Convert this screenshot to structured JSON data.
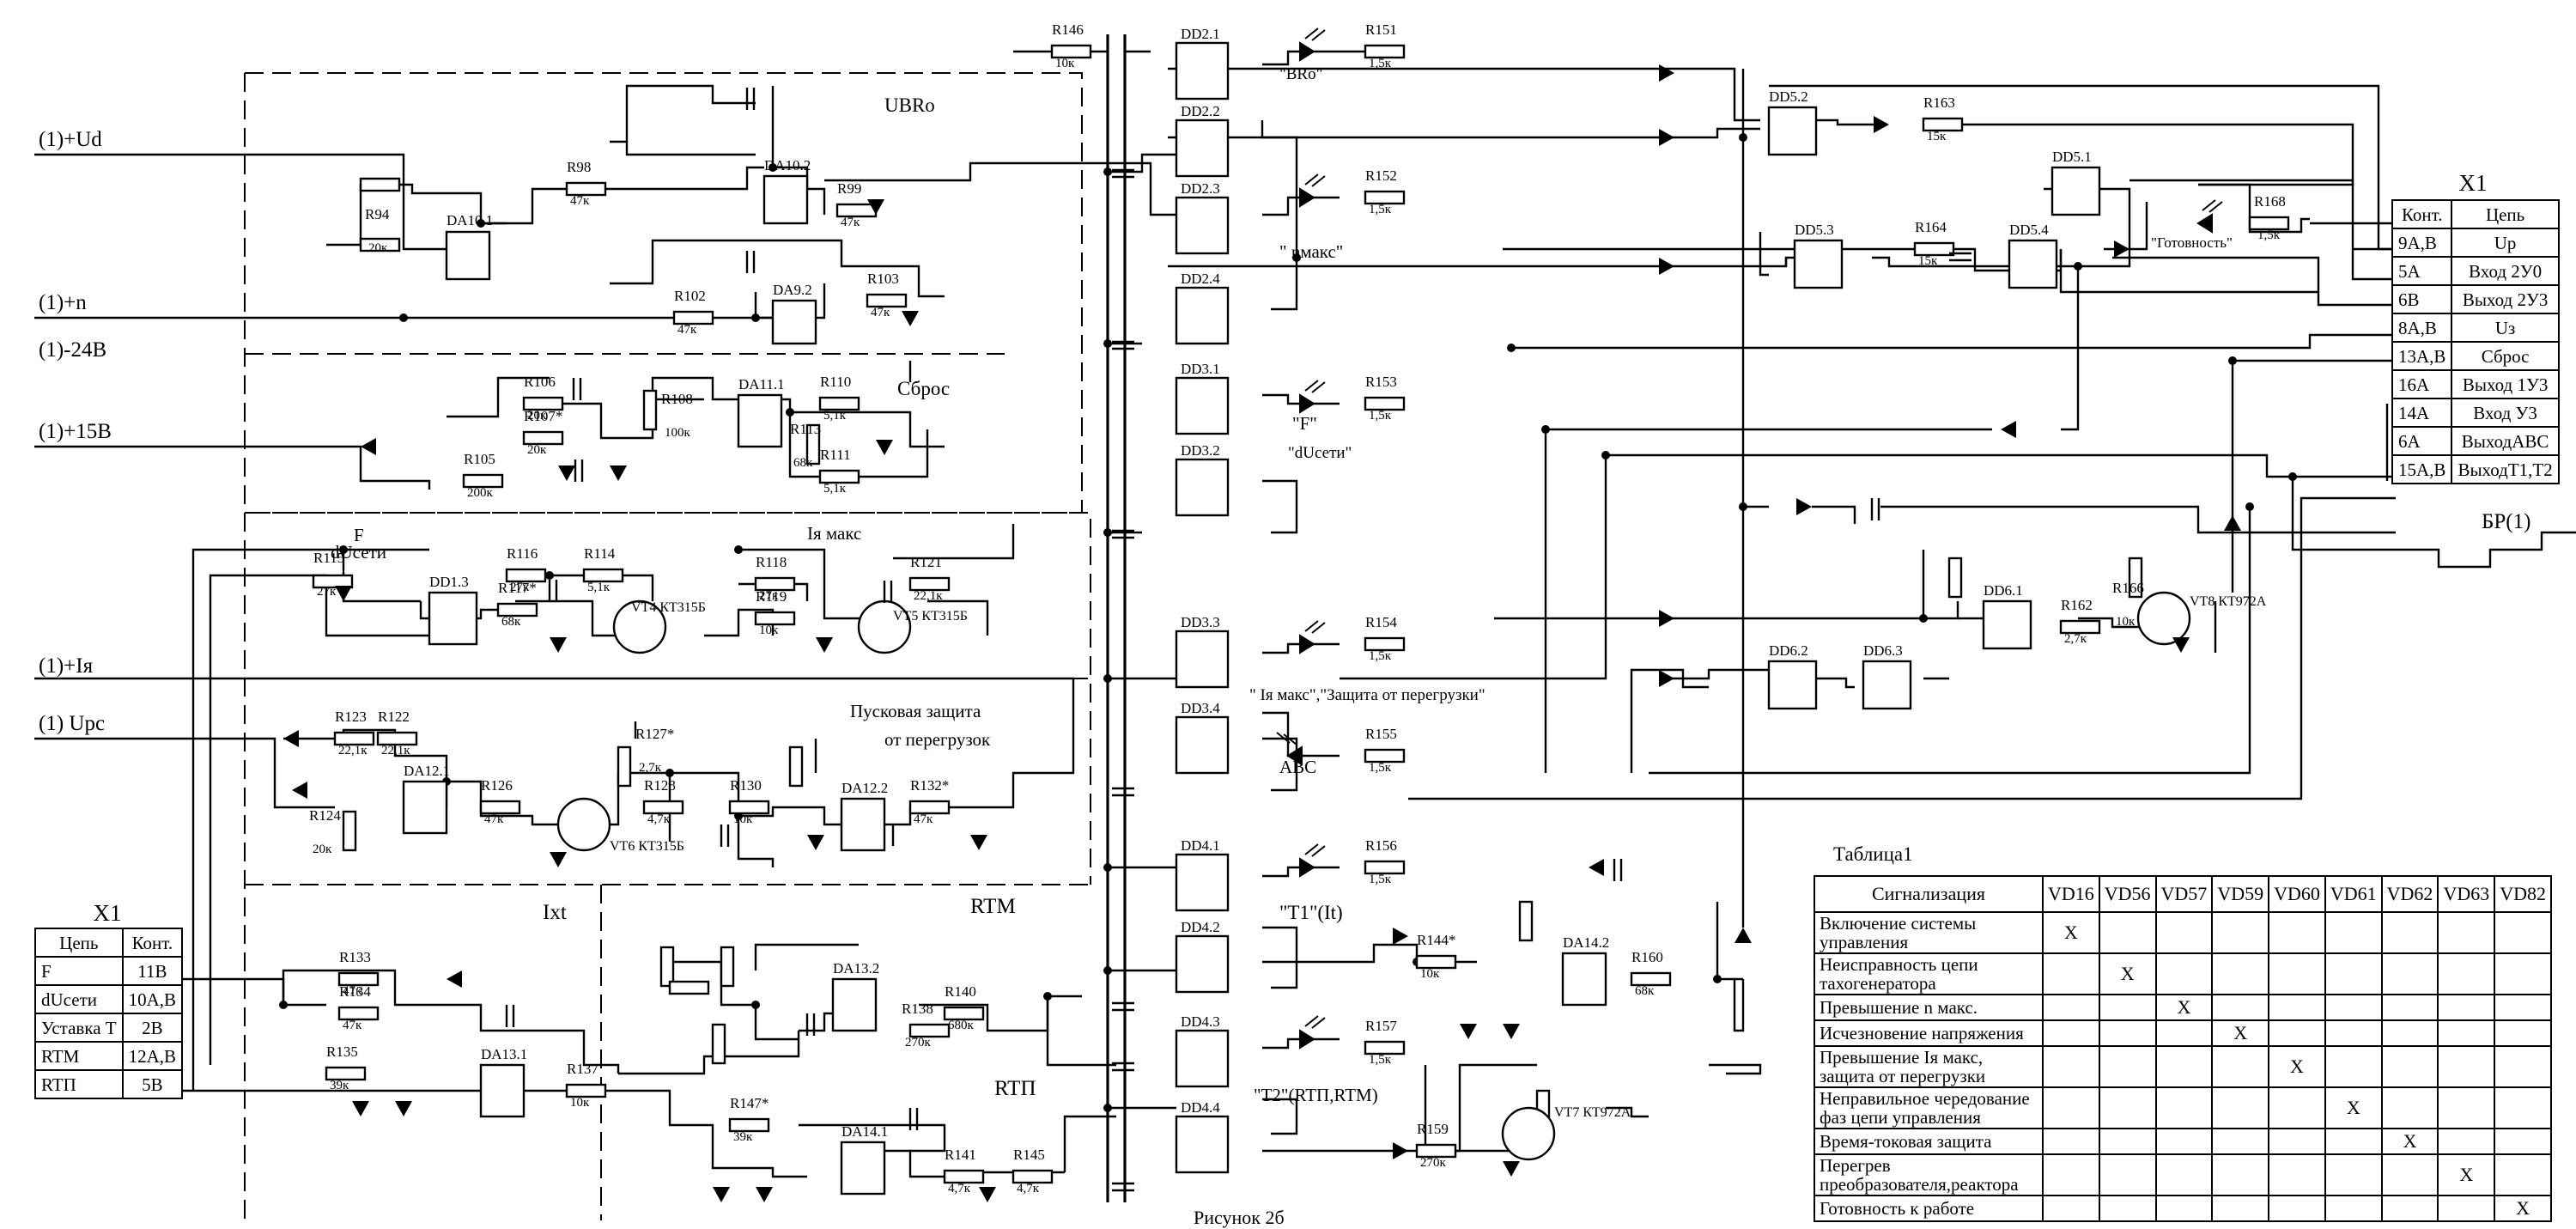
{
  "left_inputs": [
    "(1)+Ud",
    "(1)+n",
    "(1)-24В",
    "(1)+15В",
    "(1)+Iя",
    "(1) Uрс"
  ],
  "right_output": "БР(1)",
  "blocks": {
    "ubro": "UBRo",
    "sbros": "Сброс",
    "iya_max": "Iя макс",
    "pusk_line1": "Пусковая защита",
    "pusk_line2": "от перегрузок",
    "ixt": "Ixt",
    "rtm": "RTM",
    "rtp": "RTП",
    "f_label": "F",
    "ducet_label": "dUсети"
  },
  "led_labels": {
    "bro": "\"BRo\"",
    "nmax": "\" nмакс\"",
    "f": "\"F\"",
    "ducet": "\"dUсети\"",
    "overload": "\" Iя макс\",\"Защита от перегрузки\"",
    "abc": "ABC",
    "t1": "\"T1\"(It)",
    "t2": "\"T2\"(RTП,RTM)",
    "ready": "\"Готовность\""
  },
  "components": [
    {
      "id": "R146",
      "v": "10к"
    },
    {
      "id": "R151",
      "v": "1,5к"
    },
    {
      "id": "R152",
      "v": "1,5к"
    },
    {
      "id": "R153",
      "v": "1,5к"
    },
    {
      "id": "R154",
      "v": "1,5к"
    },
    {
      "id": "R155",
      "v": "1,5к"
    },
    {
      "id": "R156",
      "v": "1,5к"
    },
    {
      "id": "R157",
      "v": "1,5к"
    },
    {
      "id": "R163",
      "v": "15к"
    },
    {
      "id": "R164",
      "v": "15к"
    },
    {
      "id": "R168",
      "v": "1,5к"
    },
    {
      "id": "R94",
      "v": "20к"
    },
    {
      "id": "R98",
      "v": "47к"
    },
    {
      "id": "R99",
      "v": "47к"
    },
    {
      "id": "R102",
      "v": "47к"
    },
    {
      "id": "R103",
      "v": "47к"
    },
    {
      "id": "R106",
      "v": "20к"
    },
    {
      "id": "R107*",
      "v": "20к"
    },
    {
      "id": "R105",
      "v": "200к"
    },
    {
      "id": "R108",
      "v": "100к"
    },
    {
      "id": "R110",
      "v": "5,1к"
    },
    {
      "id": "R111",
      "v": "5,1к"
    },
    {
      "id": "R113",
      "v": "68к"
    },
    {
      "id": "R115",
      "v": "27к"
    },
    {
      "id": "R116",
      "v": "27к"
    },
    {
      "id": "R114",
      "v": "5,1к"
    },
    {
      "id": "R117*",
      "v": "68к"
    },
    {
      "id": "R118",
      "v": "27к"
    },
    {
      "id": "R119",
      "v": "10к"
    },
    {
      "id": "R121",
      "v": "22,1к"
    },
    {
      "id": "R123",
      "v": "22,1к"
    },
    {
      "id": "R122",
      "v": "22,1к"
    },
    {
      "id": "R124",
      "v": "20к"
    },
    {
      "id": "R126",
      "v": "47к"
    },
    {
      "id": "R127*",
      "v": "2,7к"
    },
    {
      "id": "R128",
      "v": "4,7к"
    },
    {
      "id": "R130",
      "v": "10к"
    },
    {
      "id": "R132*",
      "v": "47к"
    },
    {
      "id": "R133",
      "v": "47к"
    },
    {
      "id": "R134",
      "v": "47к"
    },
    {
      "id": "R135",
      "v": "39к"
    },
    {
      "id": "R137",
      "v": "10к"
    },
    {
      "id": "R138",
      "v": "270к"
    },
    {
      "id": "R140",
      "v": "680к"
    },
    {
      "id": "R141",
      "v": "4,7к"
    },
    {
      "id": "R145",
      "v": "4,7к"
    },
    {
      "id": "R147*",
      "v": "39к"
    },
    {
      "id": "R144*",
      "v": "10к"
    },
    {
      "id": "R159",
      "v": "270к"
    },
    {
      "id": "R160",
      "v": "68к"
    },
    {
      "id": "R162",
      "v": "2,7к"
    },
    {
      "id": "R166",
      "v": "10к"
    }
  ],
  "semis": [
    "VT4 КТ315Б",
    "VT5 КТ315Б",
    "VT6 КТ315Б",
    "VT7 КТ972А",
    "VT8 КТ972А"
  ],
  "chips": [
    "DD2.1",
    "DD2.2",
    "DD2.3",
    "DD2.4",
    "DD3.1",
    "DD3.2",
    "DD3.3",
    "DD3.4",
    "DD4.1",
    "DD4.2",
    "DD4.3",
    "DD4.4",
    "DD5.1",
    "DD5.2",
    "DD5.3",
    "DD5.4",
    "DD6.1",
    "DD6.2",
    "DD6.3",
    "DD1.3"
  ],
  "opamps": [
    "DA10.1",
    "DA10.2",
    "DA9.2",
    "DA11.1",
    "DA12.1",
    "DA12.2",
    "DA13.1",
    "DA13.2",
    "DA14.1",
    "DA14.2"
  ],
  "x1_right": {
    "title": "X1",
    "head": [
      "Конт.",
      "Цепь"
    ],
    "rows": [
      [
        "9А,В",
        "Up"
      ],
      [
        "5А",
        "Вход 2У0"
      ],
      [
        "6В",
        "Выход 2У3"
      ],
      [
        "8А,В",
        "Uз"
      ],
      [
        "13А,В",
        "Сброс"
      ],
      [
        "16А",
        "Выход 1У3"
      ],
      [
        "14А",
        "Вход У3"
      ],
      [
        "6А",
        "ВыходАВС"
      ],
      [
        "15А,В",
        "ВыходТ1,Т2"
      ]
    ]
  },
  "x1_left": {
    "title": "X1",
    "head": [
      "Цепь",
      "Конт."
    ],
    "rows": [
      [
        "F",
        "11В"
      ],
      [
        "dUсети",
        "10А,В"
      ],
      [
        "Уставка Т",
        "2В"
      ],
      [
        "RTM",
        "12А,В"
      ],
      [
        "RTП",
        "5В"
      ]
    ]
  },
  "signal_table": {
    "title": "Таблица1",
    "head": "Сигнализация",
    "cols": [
      "VD16",
      "VD56",
      "VD57",
      "VD59",
      "VD60",
      "VD61",
      "VD62",
      "VD63",
      "VD82"
    ],
    "rows": [
      {
        "label": "Включение системы управления",
        "mark": 0
      },
      {
        "label": "Неисправность цепи тахогенератора",
        "mark": 1
      },
      {
        "label": "Превышение  n макс.",
        "mark": 2
      },
      {
        "label": "Исчезновение напряжения",
        "mark": 3
      },
      {
        "label": "Превышение Iя макс,\nзащита от перегрузки",
        "mark": 4
      },
      {
        "label": "Неправильное чередование\nфаз цепи управления",
        "mark": 5
      },
      {
        "label": "Время-токовая защита",
        "mark": 6
      },
      {
        "label": "Перегрев преобразователя,реактора",
        "mark": 7
      },
      {
        "label": "Готовность к работе",
        "mark": 8
      }
    ],
    "x": "X"
  },
  "figure_caption": "Рисунок 2б"
}
